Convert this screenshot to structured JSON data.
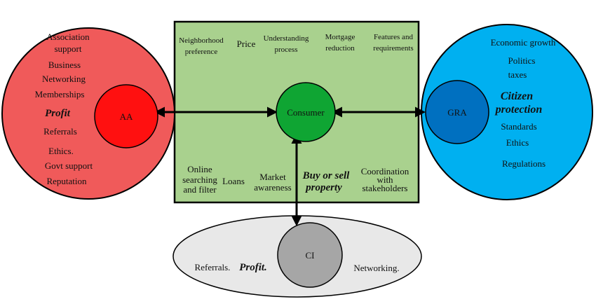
{
  "colors": {
    "aa_ellipse": "#f05a5a",
    "aa_circle": "#ff1010",
    "green_box": "#a9d18e",
    "consumer_circle": "#0fa533",
    "gra_ellipse": "#00b0f0",
    "gra_circle": "#0070c0",
    "ci_ellipse": "#e8e8e8",
    "ci_circle": "#a6a6a6"
  },
  "aa": {
    "label": "AA",
    "items": [
      "Association",
      "support",
      "Business",
      "Networking",
      "Memberships",
      "Profit",
      "Referrals",
      "Ethics.",
      "Govt support",
      "Reputation"
    ]
  },
  "consumer": {
    "label": "Consumer",
    "top_items": [
      "Neighborhood",
      "preference",
      "Price",
      "Understanding",
      "process",
      "Mortgage",
      "reduction",
      "Features and",
      "requirements"
    ],
    "bottom_items": [
      "Online",
      "searching",
      "and filter",
      "Loans",
      "Market",
      "awareness",
      "Buy or sell",
      "property",
      "Coordination",
      "with",
      "stakeholders"
    ]
  },
  "gra": {
    "label": "GRA",
    "items": [
      "Economic growth",
      "Politics",
      "taxes",
      "Citizen",
      "protection",
      "Standards",
      "Ethics",
      "Regulations"
    ]
  },
  "ci": {
    "label": "CI",
    "items": [
      "Referrals.",
      "Profit.",
      "Networking."
    ]
  }
}
